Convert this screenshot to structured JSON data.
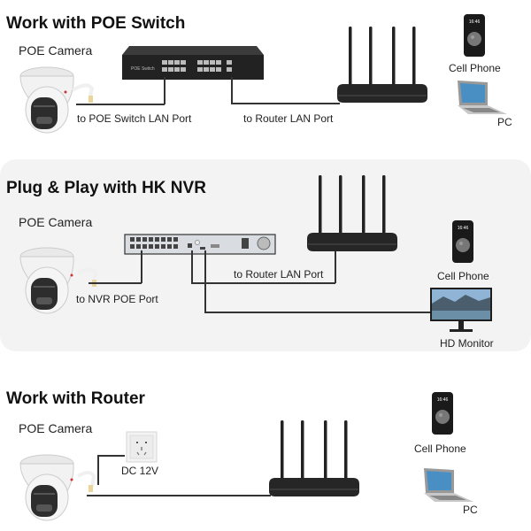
{
  "sections": [
    {
      "title": "Work with POE Switch",
      "camera_label": "POE Camera",
      "switch_text": "POE Switch",
      "link_labels": [
        "to POE Switch LAN Port",
        "to Router LAN Port"
      ],
      "devices": [
        "Cell Phone",
        "PC"
      ]
    },
    {
      "title": "Plug & Play with HK NVR",
      "camera_label": "POE Camera",
      "link_labels": [
        "to NVR POE Port",
        "to Router LAN Port"
      ],
      "devices": [
        "Cell Phone",
        "HD Monitor"
      ]
    },
    {
      "title": "Work with Router",
      "camera_label": "POE Camera",
      "power_label": "DC 12V",
      "devices": [
        "Cell Phone",
        "PC"
      ]
    }
  ],
  "phone_clock": "16:46"
}
